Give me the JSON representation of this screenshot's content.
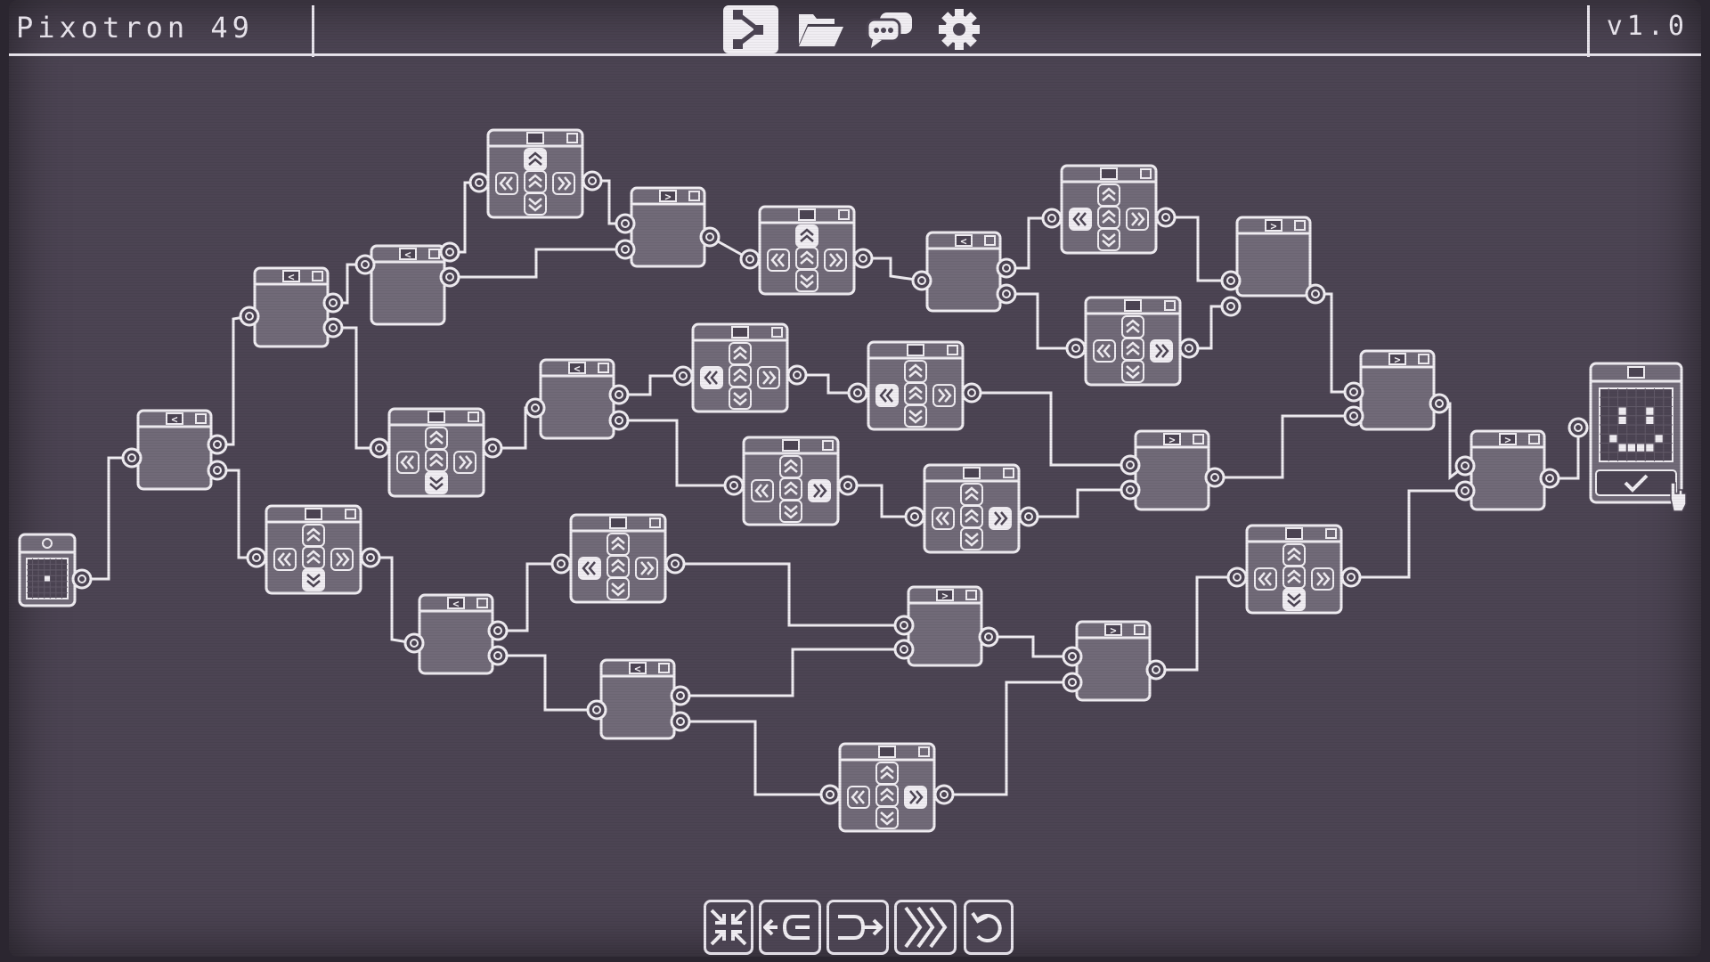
{
  "app": {
    "title": "Pixotron 49",
    "version": "v1.0"
  },
  "toolbar": [
    {
      "icon": "wire-tool-icon",
      "active": true
    },
    {
      "icon": "folder-open-icon",
      "active": false
    },
    {
      "icon": "chat-bubbles-icon",
      "active": false
    },
    {
      "icon": "gear-icon",
      "active": false
    }
  ],
  "bottom_tools": [
    {
      "icon": "shrink-arrows-icon"
    },
    {
      "icon": "merge-node-icon"
    },
    {
      "icon": "split-node-icon"
    },
    {
      "icon": "fast-forward-icon"
    },
    {
      "icon": "undo-icon"
    }
  ],
  "colors": {
    "background": "#4c4453",
    "node_fill": "#716a78",
    "line": "#f0edf2",
    "frame": "#2b2630"
  },
  "input_node": {
    "type": "source",
    "pattern": "single-dot"
  },
  "output_node": {
    "type": "target",
    "pattern": "smiley-face",
    "check": "checkmark-icon"
  },
  "board": {
    "nodes": [
      {
        "type": "splitter",
        "symbol": "<"
      },
      {
        "type": "splitter",
        "symbol": "<"
      },
      {
        "type": "splitter",
        "symbol": "<"
      },
      {
        "type": "shifter",
        "active": "up"
      },
      {
        "type": "merger",
        "symbol": ">"
      },
      {
        "type": "shifter",
        "active": "up"
      },
      {
        "type": "splitter",
        "symbol": "<"
      },
      {
        "type": "shifter",
        "active": "left"
      },
      {
        "type": "merger",
        "symbol": ">"
      },
      {
        "type": "shifter",
        "active": "right"
      },
      {
        "type": "merger",
        "symbol": ">"
      },
      {
        "type": "shifter",
        "active": "down"
      },
      {
        "type": "splitter",
        "symbol": "<"
      },
      {
        "type": "shifter",
        "active": "left"
      },
      {
        "type": "shifter",
        "active": "left"
      },
      {
        "type": "shifter",
        "active": "right"
      },
      {
        "type": "shifter",
        "active": "right"
      },
      {
        "type": "merger",
        "symbol": ">"
      },
      {
        "type": "merger",
        "symbol": ">"
      },
      {
        "type": "shifter",
        "active": "down"
      },
      {
        "type": "splitter",
        "symbol": "<"
      },
      {
        "type": "shifter",
        "active": "left"
      },
      {
        "type": "merger",
        "symbol": ">"
      },
      {
        "type": "splitter",
        "symbol": "<"
      },
      {
        "type": "merger",
        "symbol": ">"
      },
      {
        "type": "shifter",
        "active": "down"
      },
      {
        "type": "shifter",
        "active": "right"
      }
    ]
  }
}
